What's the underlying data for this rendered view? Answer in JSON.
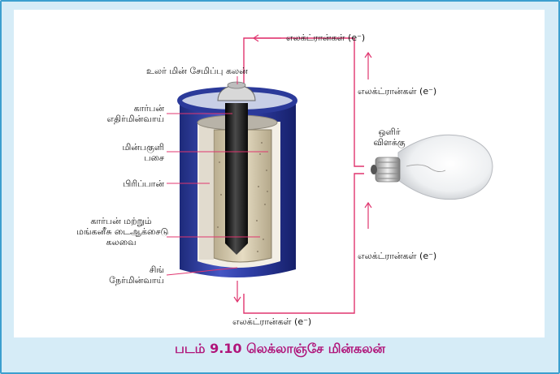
{
  "caption": "படம் 9.10 லெக்லாஞ்சே மின்கலன்",
  "labels": {
    "top_electrons": "எலக்ட்ரான்கள் (e⁻)",
    "right_upper_electrons": "எலக்ட்ரான்கள் (e⁻)",
    "right_lower_electrons": "எலக்ட்ரான்கள் (e⁻)",
    "bottom_electrons": "எலக்ட்ரான்கள் (e⁻)",
    "dry_cell": "உலர் மின் சேமிப்பு கலன்",
    "carbon_line1": "கார்பன்",
    "carbon_line2": "எதிர்மின்வாய்",
    "paste_line1": "மின்பகுளி",
    "paste_line2": "பசை",
    "separator": "பிரிப்பான்",
    "mix_line1": "கார்பன் மற்றும்",
    "mix_line2": "மங்கனீசு டைஆக்சைடு",
    "mix_line3": "கலவை",
    "zinc_line1": "சிங்",
    "zinc_line2": "நேர்மின்வாய்",
    "bulb_line1": "ஒளிர்",
    "bulb_line2": "விளக்கு"
  },
  "colors": {
    "frame_border": "#3c9fcf",
    "frame_bg": "#d6ecf7",
    "caption": "#b0157a",
    "circuit_wire": "#e0356f",
    "zinc_case": "#2b3a9a",
    "carbon_rod": "#1a1a1a"
  }
}
